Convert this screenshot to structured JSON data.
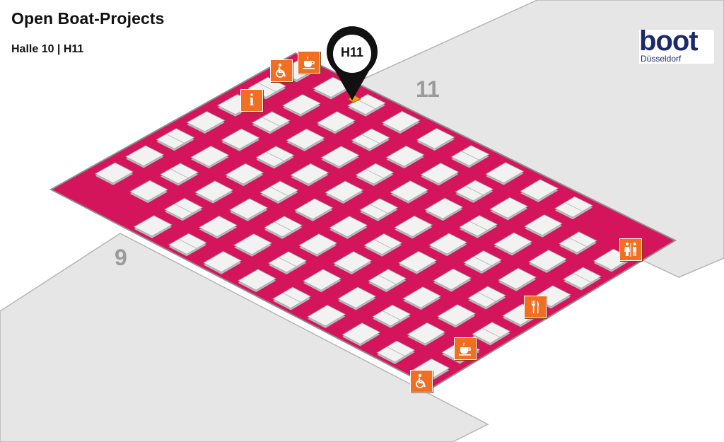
{
  "header": {
    "title": "Open Boat-Projects",
    "subtitle": "Halle 10 | H11"
  },
  "logo": {
    "word": "boot",
    "city": "Düsseldorf",
    "color": "#1b2a6b"
  },
  "halls": {
    "left": "9",
    "right": "11"
  },
  "marker": {
    "label": "H11"
  },
  "colors": {
    "aisle": "#d5155b",
    "icon": "#f26f21",
    "booth": "#f2f2f2",
    "neighbor_hall": "#e6e6e6",
    "highlight_booth": "#f29a1e"
  },
  "icons": [
    {
      "name": "wheelchair-icon"
    },
    {
      "name": "coffee-icon"
    },
    {
      "name": "info-icon"
    },
    {
      "name": "restroom-icon"
    },
    {
      "name": "restaurant-icon"
    },
    {
      "name": "coffee-icon"
    },
    {
      "name": "wheelchair-icon"
    }
  ]
}
